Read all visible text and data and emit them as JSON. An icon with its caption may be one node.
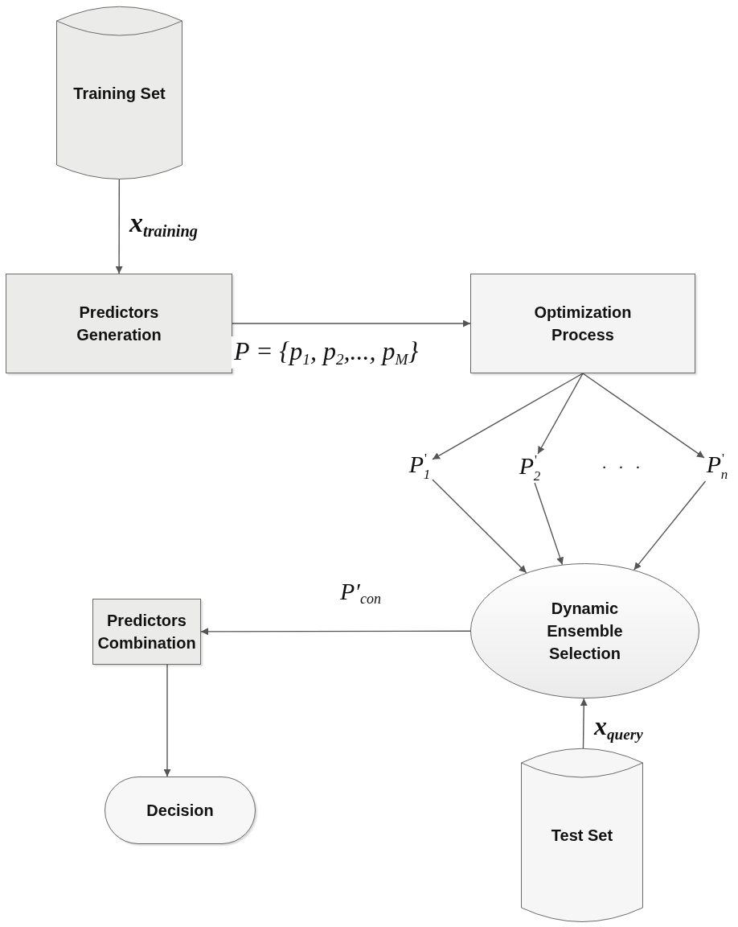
{
  "diagram": {
    "nodes": [
      {
        "text": [
          "Training Set"
        ]
      },
      {
        "text": [
          "Predictors Generation"
        ]
      },
      {
        "text": [
          "Optimization Process"
        ]
      },
      {
        "text": [
          "P$^{'}$$_{1}$"
        ]
      },
      {
        "text": [
          "P$^{'}$$_{2}$"
        ]
      },
      {
        "text": [
          "P$^{'}$$_{n}$"
        ]
      },
      {
        "text": [
          "Dynamic Ensemble Selection"
        ]
      },
      {
        "text": [
          "Predictors Combination"
        ]
      },
      {
        "text": [
          "Decision"
        ]
      },
      {
        "text": [
          "Test Set"
        ]
      }
    ],
    "edges": [
      {
        "from": 0,
        "to": 1,
        "arrow": "to",
        "label": "x$_{training}$"
      },
      {
        "from": 1,
        "to": 2,
        "arrow": "to",
        "label": "P = {p$_{1}$, p$_{2}$,..., p$_{M}$}"
      },
      {
        "from": 2,
        "to": 3,
        "arrow": "to"
      },
      {
        "from": 2,
        "to": 4,
        "arrow": "to"
      },
      {
        "from": 2,
        "to": 5,
        "arrow": "to"
      },
      {
        "from": 3,
        "to": 6,
        "arrow": "to"
      },
      {
        "from": 4,
        "to": 6,
        "arrow": "to"
      },
      {
        "from": 5,
        "to": 6,
        "arrow": "to"
      },
      {
        "from": 6,
        "to": 7,
        "arrow": "to",
        "label": "P′$_{con}$"
      },
      {
        "from": 7,
        "to": 8,
        "arrow": "to"
      },
      {
        "from": 9,
        "to": 6,
        "arrow": "to",
        "label": "x$_{query}$"
      }
    ],
    "labels": [
      "· · ·"
    ]
  }
}
